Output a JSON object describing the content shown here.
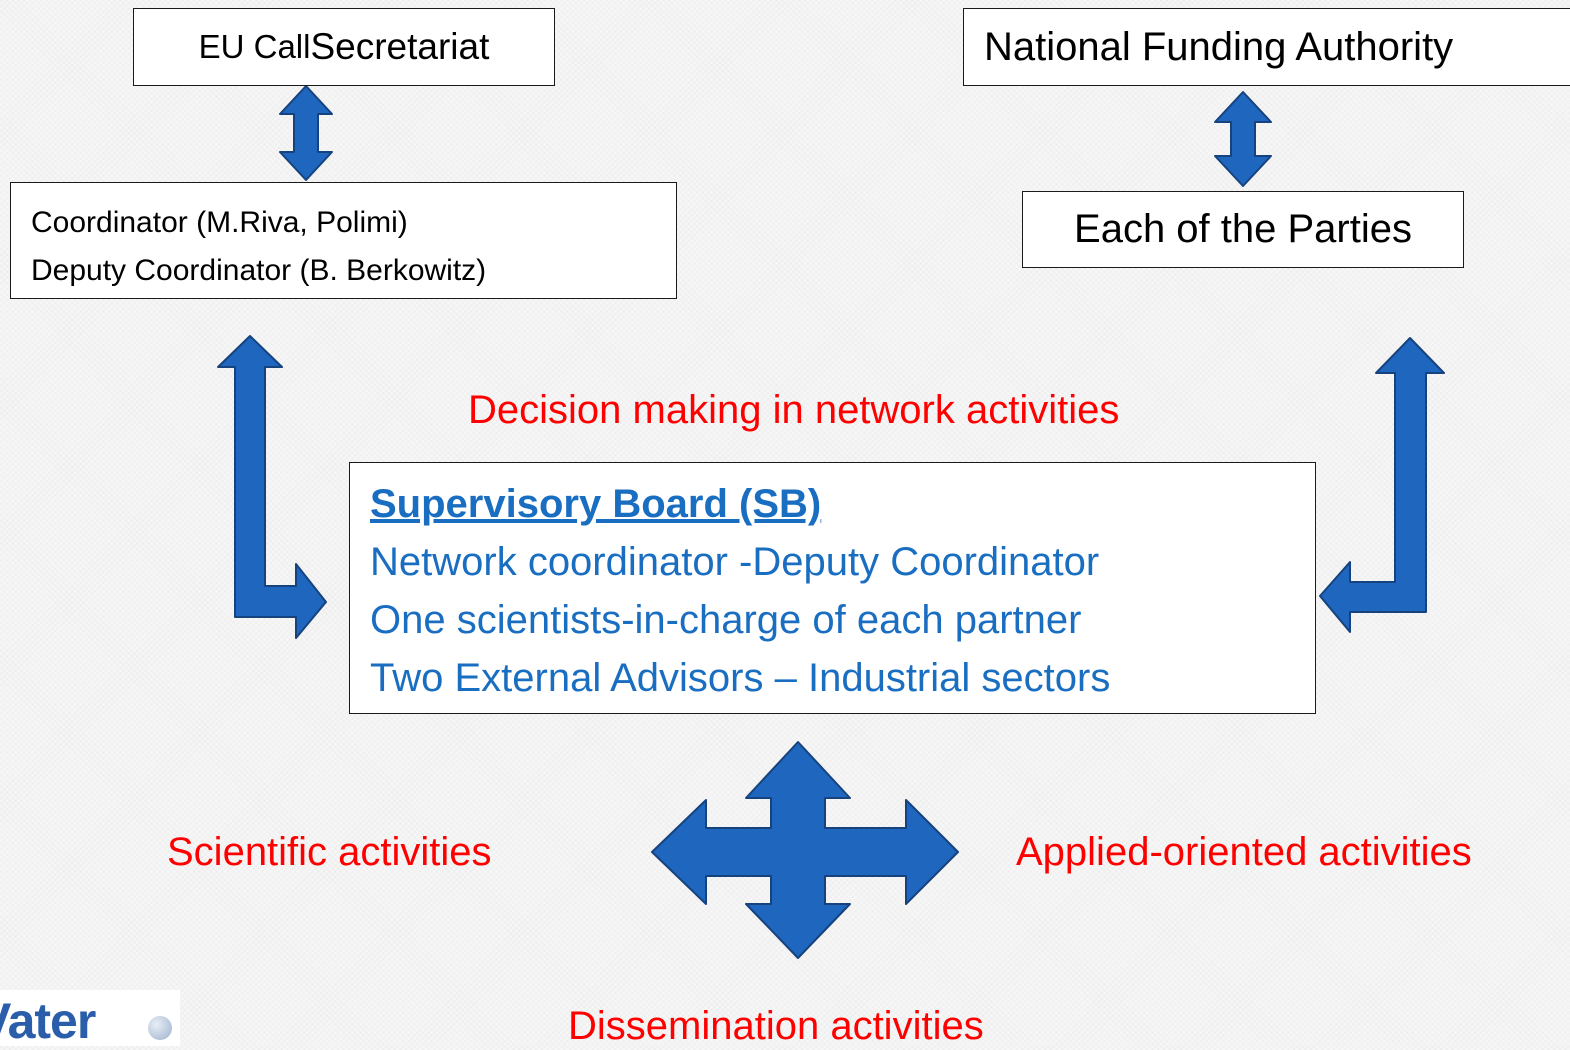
{
  "top_left_box": {
    "label_small": "EU Call ",
    "label_large": "Secretariat"
  },
  "top_right_box": {
    "label": "National Funding Authority"
  },
  "coordinator_box": {
    "line1": "Coordinator (M.Riva, Polimi)",
    "line2": "Deputy Coordinator (B. Berkowitz)"
  },
  "parties_box": {
    "label": "Each of the Parties"
  },
  "decision_label": "Decision making in network activities",
  "supervisory_board": {
    "title": "Supervisory Board (SB)",
    "lines": [
      "Network coordinator -Deputy Coordinator",
      "One scientists-in-charge of each partner",
      "Two External Advisors – Industrial sectors"
    ]
  },
  "activities": {
    "left": "Scientific activities",
    "right": "Applied-oriented activities",
    "bottom": "Dissemination activities"
  },
  "logo": {
    "text": "Vater"
  },
  "colors": {
    "arrow_fill": "#1f66bf",
    "arrow_stroke": "#16437e",
    "label_red": "#ff0000",
    "sb_text_blue": "#1a6ec1"
  }
}
